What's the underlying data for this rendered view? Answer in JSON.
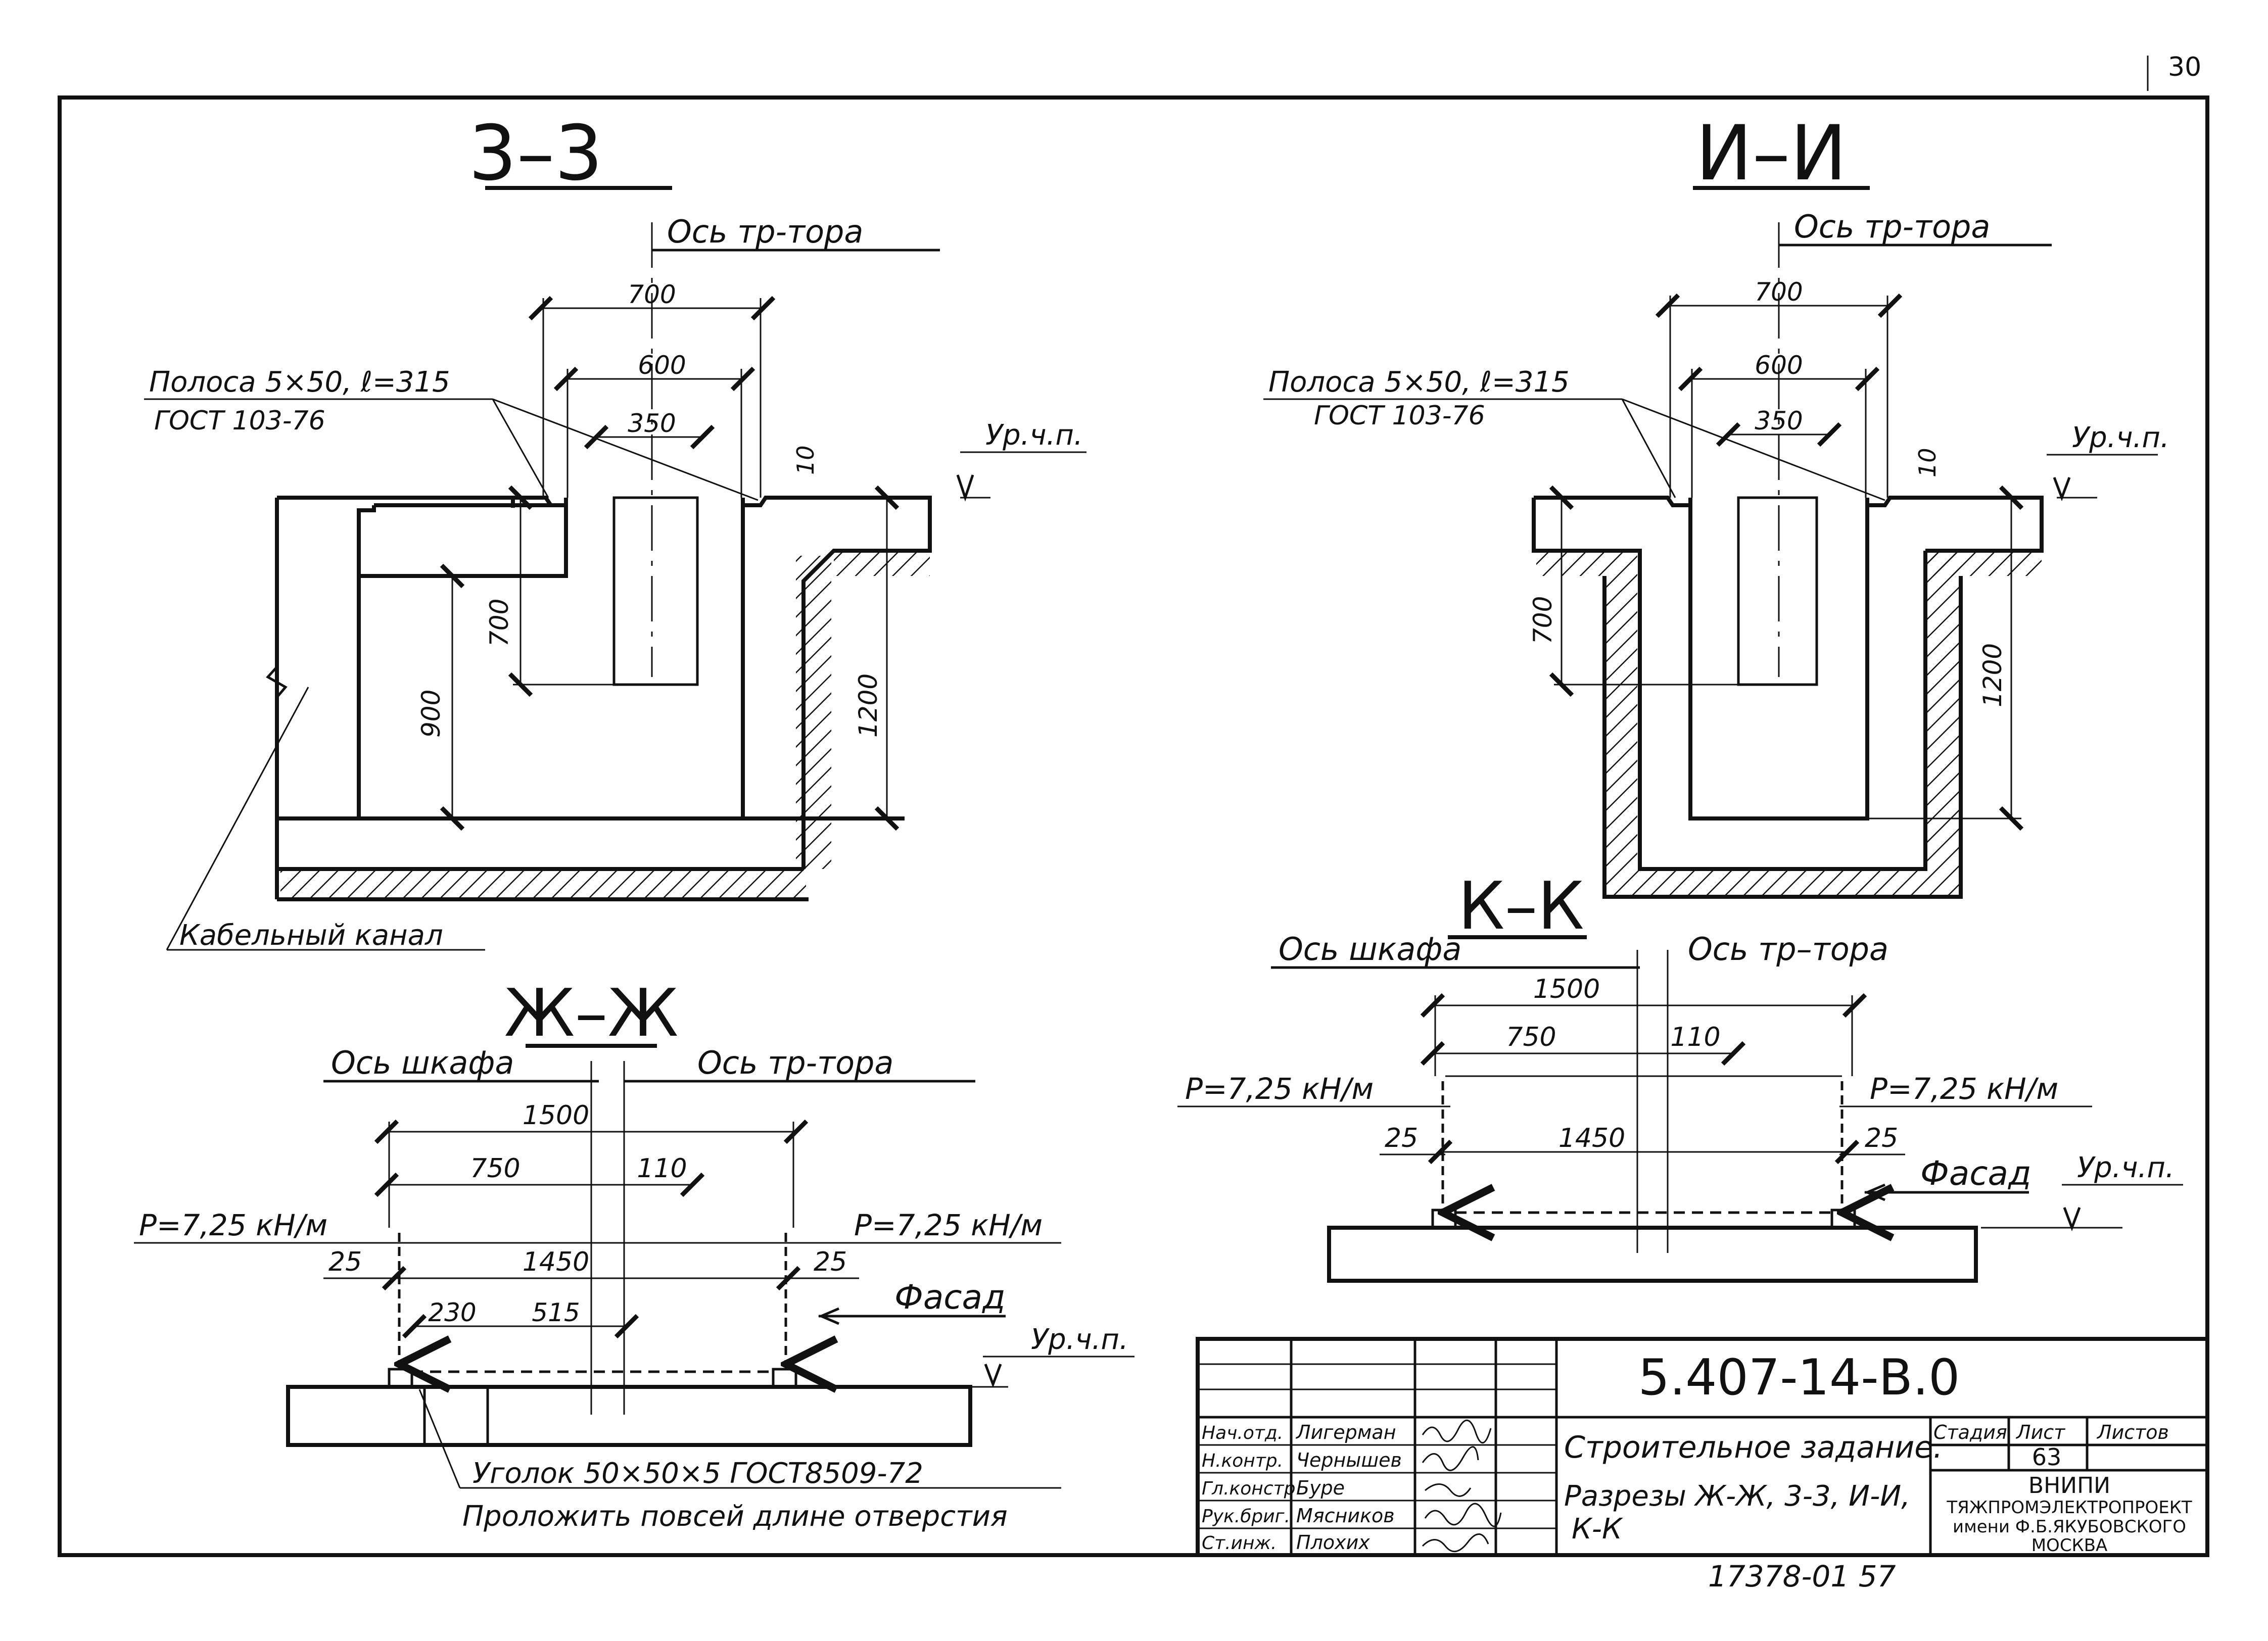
{
  "page_number": "30",
  "sections": {
    "zz": {
      "title": "Ж–Ж",
      "axis_cabinet": "Ось шкафа",
      "axis_transformer": "Ось тр-тора",
      "dim_total": "1500",
      "dim_half": "750",
      "dim_offset": "110",
      "dim_inner": "1450",
      "dim_edge_left": "25",
      "dim_edge_right": "25",
      "dim_a": "230",
      "dim_b": "515",
      "load_left": "P=7,25 кН/м",
      "load_right": "P=7,25 кН/м",
      "facade": "Фасад",
      "floor_level": "Ур.ч.п.",
      "angle_note": "Уголок 50×50×5 ГОСТ8509-72",
      "angle_note2": "Проложить повсей длине отверстия"
    },
    "z33": {
      "title": "3–3",
      "axis": "Ось тр-тора",
      "dim_700": "700",
      "dim_600": "600",
      "dim_350": "350",
      "dim_10": "10",
      "dim_700v": "700",
      "dim_900v": "900",
      "dim_1200v": "1200",
      "strip_label": "Полоса 5×50, ℓ=315",
      "strip_gost": "ГОСТ 103-76",
      "floor_level": "Ур.ч.п.",
      "cable_channel": "Кабельный канал"
    },
    "ii": {
      "title": "И–И",
      "axis": "Ось тр-тора",
      "dim_700": "700",
      "dim_600": "600",
      "dim_350": "350",
      "dim_10": "10",
      "dim_700v": "700",
      "dim_1200v": "1200",
      "strip_label": "Полоса 5×50, ℓ=315",
      "strip_gost": "ГОСТ 103-76",
      "floor_level": "Ур.ч.п."
    },
    "kk": {
      "title": "К–К",
      "axis_cabinet": "Ось шкафа",
      "axis_transformer": "Ось тр–тора",
      "dim_total": "1500",
      "dim_half": "750",
      "dim_offset": "110",
      "dim_inner": "1450",
      "dim_edge_left": "25",
      "dim_edge_right": "25",
      "load_left": "P=7,25 кН/м",
      "load_right": "P=7,25 кН/м",
      "facade": "Фасад",
      "floor_level": "Ур.ч.п."
    }
  },
  "title_block": {
    "doc_code": "5.407-14-В.0",
    "roles": [
      "Нач.отд.",
      "Н.контр.",
      "Гл.констр",
      "Рук.бриг.",
      "Ст.инж."
    ],
    "names": [
      "Лигерман",
      "Чернышев",
      "Буре",
      "Мясников",
      "Плохих"
    ],
    "title_line1": "Строительное задание.",
    "title_line2": "Разрезы Ж-Ж, 3-3, И-И,",
    "title_line3": "К-К",
    "col_stage": "Стадия",
    "col_sheet": "Лист",
    "col_sheets": "Листов",
    "sheet_value": "63",
    "org1": "ВНИПИ",
    "org2": "ТЯЖПРОМЭЛЕКТРОПРОЕКТ",
    "org3": "имени Ф.Б.ЯКУБОВСКОГО",
    "org4": "МОСКВА"
  },
  "bottom_code": "17378-01  57"
}
